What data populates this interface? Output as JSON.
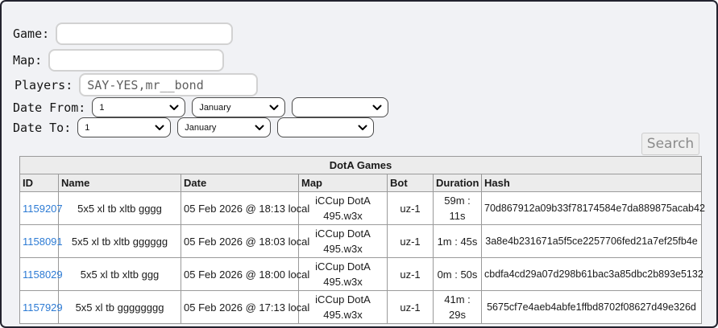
{
  "form": {
    "game_label": "Game:",
    "game_value": "",
    "map_label": "Map:",
    "map_value": "",
    "players_label": "Players:",
    "players_value": "SAY-YES,mr__bond",
    "date_from_label": "Date From:",
    "date_from": {
      "day": "1",
      "month": "January",
      "year": ""
    },
    "date_to_label": "Date To:",
    "date_to": {
      "day": "1",
      "month": "January",
      "year": ""
    },
    "search_label": "Search"
  },
  "table": {
    "caption": "DotA Games",
    "columns": [
      "ID",
      "Name",
      "Date",
      "Map",
      "Bot",
      "Duration",
      "Hash"
    ],
    "rows": [
      {
        "id": "1159207",
        "name": "5x5 xl tb xltb gggg",
        "date": "05 Feb 2026 @ 18:13 local",
        "map": "iCCup DotA 495.w3x",
        "bot": "uz-1",
        "duration": "59m : 11s",
        "hash": "70d867912a09b33f78174584e7da889875acab42"
      },
      {
        "id": "1158091",
        "name": "5x5 xl tb xltb gggggg",
        "date": "05 Feb 2026 @ 18:03 local",
        "map": "iCCup DotA 495.w3x",
        "bot": "uz-1",
        "duration": "1m : 45s",
        "hash": "3a8e4b231671a5f5ce2257706fed21a7ef25fb4e"
      },
      {
        "id": "1158029",
        "name": "5x5 xl tb xltb ggg",
        "date": "05 Feb 2026 @ 18:00 local",
        "map": "iCCup DotA 495.w3x",
        "bot": "uz-1",
        "duration": "0m : 50s",
        "hash": "cbdfa4cd29a07d298b61bac3a85dbc2b893e5132"
      },
      {
        "id": "1157929",
        "name": "5x5 xl tb gggggggg",
        "date": "05 Feb 2026 @ 17:13 local",
        "map": "iCCup DotA 495.w3x",
        "bot": "uz-1",
        "duration": "41m : 29s",
        "hash": "5675cf7e4aeb4abfe1ffbd8702f08627d49e326d"
      }
    ]
  },
  "colors": {
    "page_background": "#f1f2f5",
    "frame_border": "#23232e",
    "table_header_background": "#ececec",
    "table_border": "#9a9a9a",
    "link_blue": "#2d7bd4",
    "button_text": "#8b8b8b"
  }
}
